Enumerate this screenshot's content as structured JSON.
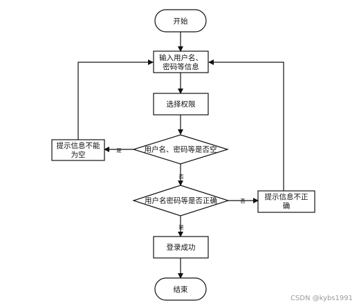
{
  "nodes": {
    "start": "开始",
    "input_line1": "输入用户名、",
    "input_line2": "密码等信息",
    "select": "选择权限",
    "check_empty": "用户名、密码等是否空",
    "empty_msg_line1": "提示信息不能",
    "empty_msg_line2": "为空",
    "check_correct": "用户名密码等是否正确",
    "wrong_msg_line1": "提示信息不正",
    "wrong_msg_line2": "确",
    "login_success": "登录成功",
    "end": "结束"
  },
  "edges": {
    "empty_yes": "是",
    "empty_no": "否",
    "correct_no": "否",
    "correct_yes": "是"
  },
  "watermark": "CSDN @kybs1991"
}
